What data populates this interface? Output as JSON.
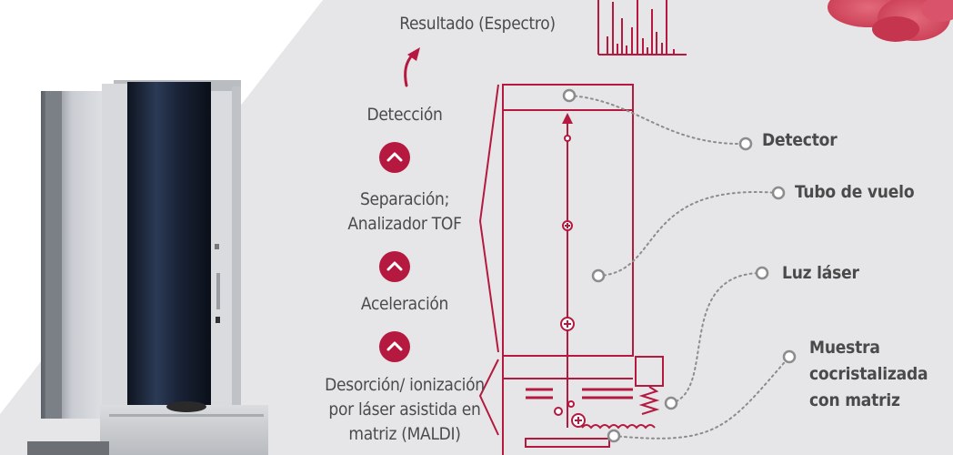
{
  "steps": {
    "result": "Resultado (Espectro)",
    "detection": "Detección",
    "separation": [
      "Separación;",
      "Analizador TOF"
    ],
    "acceleration": "Aceleración",
    "desorption": [
      "Desorción/ ionización",
      "por láser asistida en",
      "matriz (MALDI)"
    ]
  },
  "callouts": {
    "detector": "Detector",
    "flight_tube": "Tubo de vuelo",
    "laser": "Luz láser",
    "sample": [
      "Muestra",
      "cocristalizada",
      "con matriz"
    ]
  },
  "colors": {
    "accent": "#b5193f",
    "background_panel": "#e6e6e8",
    "callout_dots": "#8c8c8c",
    "text": "#4b4b4b"
  },
  "icons": [
    "up-arrow-icon",
    "chevron-up-icon"
  ]
}
